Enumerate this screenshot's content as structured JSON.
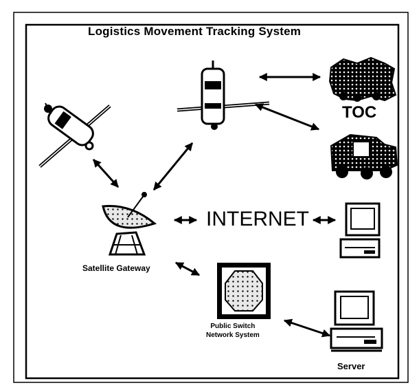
{
  "title": "Logistics Movement Tracking System",
  "labels": {
    "toc": "TOC",
    "internet": "INTERNET",
    "satellite_gateway": "Satellite Gateway",
    "pstn_line1": "Public Switch",
    "pstn_line2": "Network System",
    "server": "Server"
  },
  "nodes": [
    {
      "id": "satellite-left",
      "icon": "satellite-icon"
    },
    {
      "id": "satellite-top",
      "icon": "satellite-icon"
    },
    {
      "id": "toc",
      "icon": "command-vehicle-icon"
    },
    {
      "id": "truck",
      "icon": "truck-icon"
    },
    {
      "id": "satellite-gateway",
      "icon": "satellite-dish-icon"
    },
    {
      "id": "internet",
      "icon": "none"
    },
    {
      "id": "workstation",
      "icon": "desktop-computer-icon"
    },
    {
      "id": "public-switch",
      "icon": "network-switch-icon"
    },
    {
      "id": "server",
      "icon": "server-computer-icon"
    }
  ],
  "colors": {
    "ink": "#000000",
    "background": "#ffffff"
  }
}
